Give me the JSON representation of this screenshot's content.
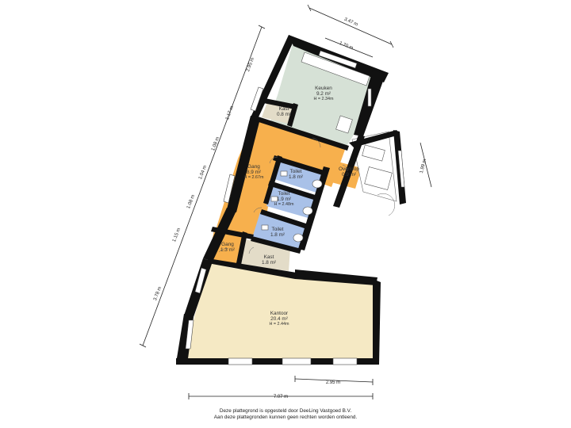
{
  "rooms": {
    "keuken": {
      "name": "Keuken",
      "area": "9.2 m²",
      "height": "H = 2.34m",
      "color": "#d6e1d6"
    },
    "kast_top": {
      "name": "Kast",
      "area": "0.8 m²",
      "color": "#e3dcc8"
    },
    "gang_main": {
      "name": "Gang",
      "area": "8.9 m²",
      "height": "H = 2.67m",
      "color": "#f7b04d"
    },
    "toilet_1": {
      "name": "Toilet",
      "area": "1.8 m²",
      "color": "#a9c1e8"
    },
    "toilet_2": {
      "name": "Toilet",
      "area": "1.9 m²",
      "height": "H = 2.48m",
      "color": "#a9c1e8"
    },
    "toilet_3": {
      "name": "Toilet",
      "area": "1.8 m²",
      "color": "#a9c1e8"
    },
    "overloop": {
      "name": "Overloop",
      "area": "0.9 m²",
      "color": "#f7b04d"
    },
    "gang_small": {
      "name": "Gang",
      "area": "1.3 m²",
      "color": "#f7b04d"
    },
    "kast_bottom": {
      "name": "Kast",
      "area": "1.8 m²",
      "color": "#e3dcc8"
    },
    "kantoor": {
      "name": "Kantoor",
      "area": "20.4 m²",
      "height": "H = 2.44m",
      "color": "#f5e9c4"
    }
  },
  "dimensions": {
    "top_total": "3.47 m",
    "top_inner": "1.70 m",
    "left_seg_1": "2.95 m",
    "left_seg_2": "1.17 m",
    "left_seg_3": "1.08 m",
    "left_seg_4": "1.04 m",
    "left_seg_5": "1.08 m",
    "left_seg_6": "1.15 m",
    "left_seg_7": "3.78 m",
    "right_side": "1.99 m",
    "bottom_inner": "2.95 m",
    "bottom_total": "7.07 m"
  },
  "footer": {
    "line1": "Deze plattegrond is opgesteld door DeeLing Vastgoed B.V.",
    "line2": "Aan deze plattegronden kunnen geen rechten worden ontleend."
  }
}
